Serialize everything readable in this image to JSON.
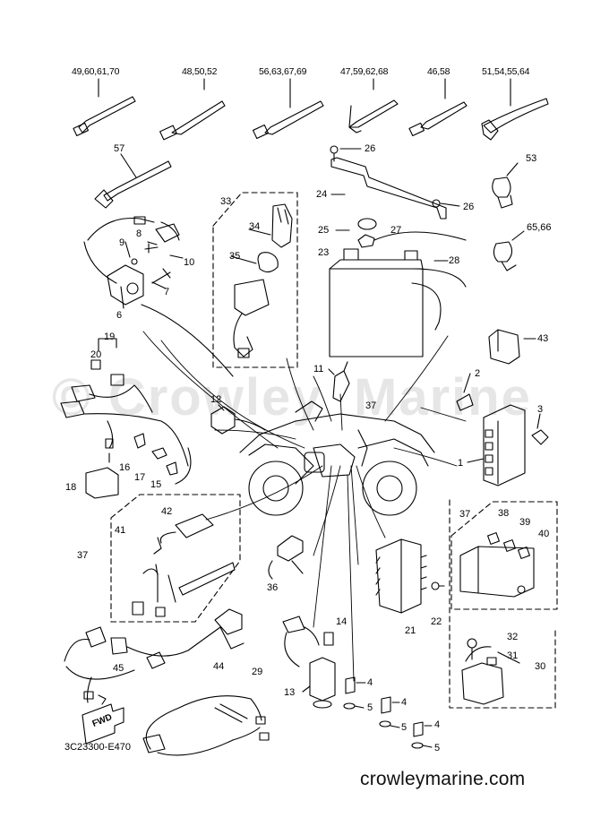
{
  "watermark": {
    "left": "© Crowley",
    "right": "Marine"
  },
  "footer": {
    "site": "crowleymarine.com",
    "diagram_code": "3C23300-E470",
    "fwd_label": "FWD"
  },
  "labels": {
    "g1": "49,60,61,70",
    "g2": "48,50,52",
    "g3": "56,63,67,69",
    "g4": "47,59,62,68",
    "g5": "46,58",
    "g6": "51,54,55,64",
    "n57": "57",
    "n26a": "26",
    "n53": "53",
    "n24": "24",
    "n26b": "26",
    "n33": "33",
    "n34": "34",
    "n25": "25",
    "n27": "27",
    "n65": "65,66",
    "n9": "9",
    "n8": "8",
    "n10": "10",
    "n23": "23",
    "n35": "35",
    "n28": "28",
    "n7": "7",
    "n6": "6",
    "n19": "19",
    "n43": "43",
    "n20": "20",
    "n11": "11",
    "n2": "2",
    "n3": "3",
    "n12": "12",
    "n37a": "37",
    "n1": "1",
    "n16": "16",
    "n17": "17",
    "n15": "15",
    "n18": "18",
    "n42": "42",
    "n41": "41",
    "n37b": "37",
    "n37c": "37",
    "n38": "38",
    "n39": "39",
    "n40": "40",
    "n36": "36",
    "n22": "22",
    "n21": "21",
    "n14": "14",
    "n32": "32",
    "n31": "31",
    "n30": "30",
    "n44": "44",
    "n45": "45",
    "n29": "29",
    "n13": "13",
    "n4a": "4",
    "n5a": "5",
    "n4b": "4",
    "n5b": "5",
    "n4c": "4",
    "n5c": "5"
  }
}
